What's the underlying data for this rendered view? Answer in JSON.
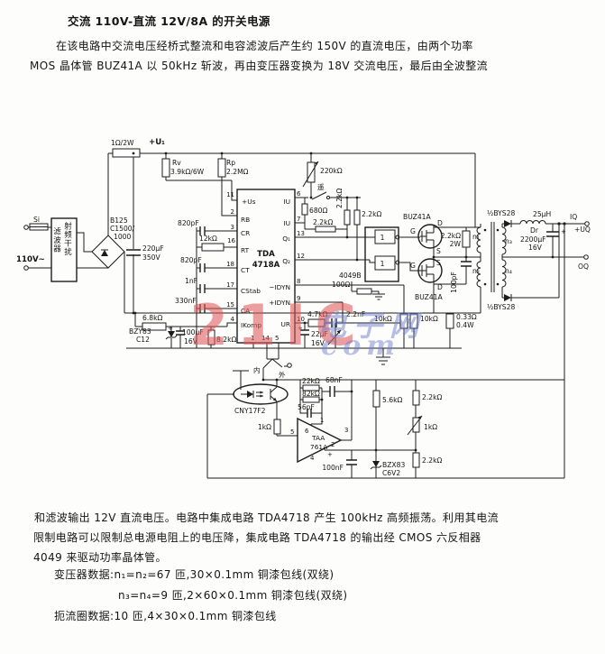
{
  "page": {
    "title": "交流 110V-直流 12V/8A 的开关电源",
    "para1_line1": "在该电路中交流电压经桥式整流和电容滤波后产生约 150V 的直流电压，由两个功率",
    "para1_line2": "MOS 晶体管 BUZ41A 以 50kHz 斩波，再由变压器变换为 18V 交流电压，最后由全波整流",
    "para2_line1": "和滤波输出 12V 直流电压。电路中集成电路 TDA4718 产生 100kHz 高频振荡。利用其电流",
    "para2_line2": "限制电路可以限制总电源电阻上的电压降，集成电路 TDA4718 的输出经 CMOS 六反相器",
    "para2_line3": "4049 来驱动功率晶体管。",
    "data_line1": "变压器数据:n₁=n₂=67 匝,30×0.1mm 铜漆包线(双绕)",
    "data_line2": "n₃=n₄=9 匝,2×60×0.1mm 铜漆包线(双绕)",
    "data_line3": "扼流圈数据:10 匝,4×30×0.1mm 铜漆包线"
  },
  "watermark": {
    "red": "21IC",
    "blue_cn": "电子网",
    "blue_en": "com"
  },
  "colors": {
    "ink": "#1c1c1c",
    "watermark_red": "#de5a5a",
    "watermark_blue": "#6e7dcd"
  },
  "labels": {
    "si": "Si",
    "mains": "110V~",
    "filt1": "射频干扰",
    "filt2": "滤波器",
    "bridge1": "B125",
    "bridge2": "C1500/",
    "bridge3": "1000",
    "rin": "1Ω/2W",
    "u1": "+U₁",
    "cmain1": "220μF",
    "cmain2": "350V",
    "rv": "Rv",
    "rv_val": "3.9kΩ/6W",
    "rp": "Rp",
    "rp_val": "2.2MΩ",
    "r220k": "220kΩ",
    "remote": "遥",
    "r680": "680Ω",
    "r22k_p7": "2.2kΩ",
    "r22k_pu1": "2.2kΩ",
    "r22k_pu2": "2.2kΩ",
    "ic4049": "4049B",
    "r100": "100Ω",
    "inv1": "1",
    "inv2": "1",
    "buz_top": "BUZ41A",
    "buz_bot": "BUZ41A",
    "d_top": "D",
    "g_top": "G",
    "s_top": "S",
    "s_bot": "S",
    "g_bot": "G",
    "d_bot": "D",
    "r22k_2w": "2.2kΩ",
    "r22k_2w_b": "2W",
    "c100p": "100pF",
    "n1": "n₁",
    "n2": "n₂",
    "n3": "n₃",
    "n4": "n₄",
    "bys_top": "½BYS28",
    "dr_val": "25μH",
    "dr": "Dr",
    "cout": "2200μF",
    "cout_v": "16V",
    "iq": "IQ",
    "uq": "+UQ",
    "oq": "OQ",
    "bys_bot": "½BYS28",
    "ic_tda1": "TDA",
    "ic_tda2": "4718A",
    "us": "+Us",
    "rb": "RB",
    "cr": "CR",
    "rt": "RT",
    "ct": "CT",
    "cstab": "CStab",
    "ca": "CA",
    "ikomp": "IKomp",
    "iu1": "IU",
    "iu2": "IU",
    "q1": "Q₁",
    "q2": "Q₂",
    "midyn": "−IDYN",
    "pidyn": "+IDYN",
    "ur": "UR",
    "pin11": "11",
    "pin2": "2",
    "pin3": "3",
    "pin16": "16",
    "pin18": "18",
    "pin17": "17",
    "pin15": "15",
    "pin4": "4",
    "pin6": "6",
    "pin7": "7",
    "pin13": "13",
    "pin12": "12",
    "pin8": "8",
    "pin9": "9",
    "pin10": "10",
    "pin1": "1",
    "pin14": "14",
    "pin5": "5",
    "c820a": "820pF",
    "r12k": "12kΩ",
    "c820b": "820pF",
    "c1n": "1nF",
    "c330n": "330nF",
    "bzy": "BZY83",
    "bzy2": "C12",
    "r68": "6.8kΩ",
    "c100u": "100μF",
    "c100u_v": "16V",
    "r82": "8.2kΩ",
    "r47k": "4.7kΩ",
    "c22u": "22μF",
    "c22u_v": "16V",
    "c22n": "2.2nF",
    "r10k_a": "10kΩ",
    "r10k_b": "10kΩ",
    "r033": "0.33Ω",
    "r033b": "0.4W",
    "nei": "内",
    "wai": "外",
    "cny": "CNY17F2",
    "r1k": "1kΩ",
    "r22k_fb": "22kΩ",
    "r82k": "82kΩ",
    "c56p": "56pF",
    "c68n": "68nF",
    "taa1": "TAA",
    "taa2": "761A",
    "t1": "1",
    "t3": "3",
    "t5": "5",
    "t6": "6",
    "t4": "4",
    "t2": "2",
    "tplus": "+",
    "c100n": "100nF",
    "bzx": "BZX83",
    "bzx2": "C6V2",
    "r56k": "5.6kΩ",
    "r22k_r1": "2.2kΩ",
    "pot1k": "1kΩ",
    "r22k_r2": "2.2kΩ"
  }
}
